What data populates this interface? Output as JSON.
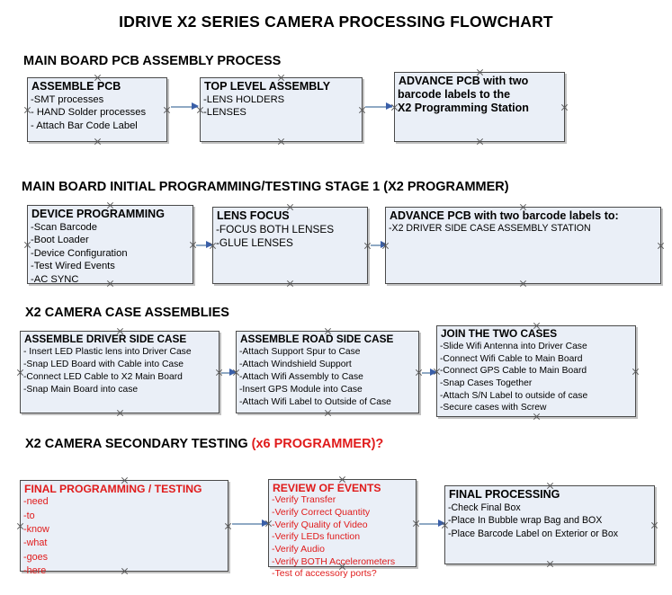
{
  "title": "IDRIVE X2  SERIES CAMERA PROCESSING FLOWCHART",
  "colors": {
    "node_fill": "#eaeff7",
    "node_border": "#4a4a4a",
    "accent_red": "#e01b1b",
    "arrow": "#8fa9c4",
    "arrow_head": "#3a5fa8"
  },
  "sections": [
    {
      "header": "MAIN BOARD PCB ASSEMBLY PROCESS",
      "header_accent": "",
      "nodes": [
        {
          "title": "ASSEMBLE PCB",
          "items": [
            "-SMT processes",
            "- HAND Solder processes",
            "- Attach Bar Code Label"
          ],
          "color": "black"
        },
        {
          "title": "TOP LEVEL ASSEMBLY",
          "items": [
            "-LENS HOLDERS",
            "-LENSES"
          ],
          "color": "black"
        },
        {
          "title": "ADVANCE PCB with two",
          "items": [
            "barcode labels to the",
            " X2 Programming Station"
          ],
          "color": "black",
          "items_bold": true
        }
      ]
    },
    {
      "header": "MAIN BOARD INITIAL PROGRAMMING/TESTING STAGE 1 (X2 PROGRAMMER)",
      "header_accent": "",
      "nodes": [
        {
          "title": "DEVICE PROGRAMMING",
          "items": [
            "-Scan Barcode",
            "-Boot Loader",
            "-Device Configuration",
            "-Test Wired Events",
            "-AC SYNC"
          ],
          "color": "black"
        },
        {
          "title": "LENS FOCUS",
          "items": [
            "-FOCUS BOTH LENSES",
            "-GLUE LENSES"
          ],
          "color": "black"
        },
        {
          "title": "ADVANCE PCB with two barcode labels to:",
          "items": [
            "-X2 DRIVER  SIDE  CASE  ASSEMBLY STATION"
          ],
          "color": "black"
        }
      ]
    },
    {
      "header": "X2 CAMERA CASE ASSEMBLIES",
      "header_accent": "",
      "nodes": [
        {
          "title": "ASSEMBLE DRIVER SIDE CASE",
          "items": [
            "- Insert LED Plastic lens into Driver Case",
            "-Snap LED Board with Cable into Case",
            "-Connect LED Cable to X2 Main Board",
            "-Snap Main Board into case"
          ],
          "color": "black"
        },
        {
          "title": "ASSEMBLE ROAD SIDE CASE",
          "items": [
            "-Attach Support Spur to Case",
            "-Attach Windshield Support",
            "-Attach Wifi Assembly to Case",
            "-Insert GPS Module into Case",
            "-Attach Wifi Label to Outside of Case"
          ],
          "color": "black"
        },
        {
          "title": "JOIN THE TWO CASES",
          "items": [
            "-Slide Wifi Antenna into Driver Case",
            "-Connect Wifi Cable to Main Board",
            "-Connect GPS Cable to Main Board",
            "-Snap Cases Together",
            "-Attach S/N Label to outside of case",
            "-Secure cases with Screw"
          ],
          "color": "black"
        }
      ]
    },
    {
      "header": "X2 CAMERA SECONDARY TESTING ",
      "header_accent": "(x6 PROGRAMMER)?",
      "nodes": [
        {
          "title": "FINAL PROGRAMMING / TESTING",
          "items": [
            "-need",
            "-to",
            "-know",
            "-what",
            "-goes",
            "-here"
          ],
          "color": "red"
        },
        {
          "title": "REVIEW OF EVENTS",
          "items": [
            "-Verify Transfer",
            "-Verify Correct Quantity",
            "-Verify Quality of Video",
            "-Verify LEDs function",
            "-Verify Audio",
            "-Verify BOTH Accelerometers",
            "-Test of accessory ports?"
          ],
          "color": "red"
        },
        {
          "title": "FINAL PROCESSING",
          "items": [
            " -Check Final Box",
            "-Place In Bubble wrap Bag and BOX",
            "-Place Barcode Label on Exterior or Box"
          ],
          "color": "black"
        }
      ]
    }
  ]
}
